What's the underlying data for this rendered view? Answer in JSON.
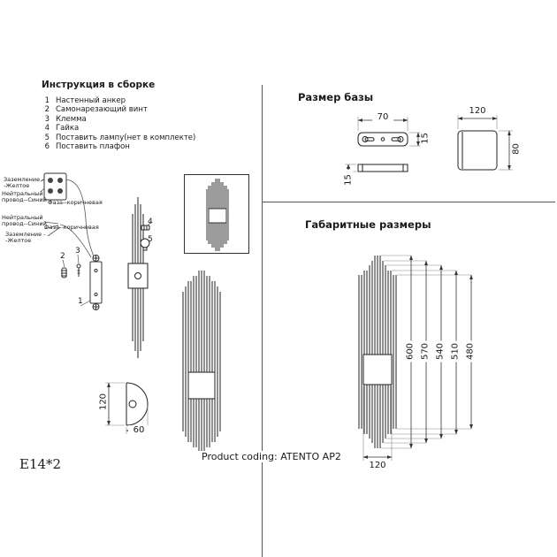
{
  "instructions": {
    "title": "Инструкция в сборке",
    "items": [
      {
        "num": "1",
        "text": "Настенный анкер"
      },
      {
        "num": "2",
        "text": "Самонарезающий винт"
      },
      {
        "num": "3",
        "text": "Клемма"
      },
      {
        "num": "4",
        "text": "Гайка"
      },
      {
        "num": "5",
        "text": "Поставить лампу(нет в комплекте)"
      },
      {
        "num": "6",
        "text": "Поставить плафон"
      }
    ]
  },
  "wiring": {
    "labels": [
      "Заземление --Желтое",
      "Нейтральный провод--Синий",
      "Фаза--коричневая",
      "Нейтральный провод--Синий",
      "Фаза--коричневая",
      "Заземление --Желтое"
    ]
  },
  "callouts": [
    "1",
    "2",
    "3",
    "4",
    "5"
  ],
  "base_section": {
    "title": "Размер базы",
    "bar_length": "70",
    "bar_width": "15",
    "bar_thickness": "15",
    "plate_width": "120",
    "plate_height": "80"
  },
  "overall_section": {
    "title": "Габаритные размеры",
    "heights": [
      "600",
      "570",
      "540",
      "510",
      "480"
    ],
    "width": "120"
  },
  "bracket": {
    "height": "120",
    "width": "60"
  },
  "footer": {
    "product_coding": "Product coding: ATENTO AP2",
    "socket_type": "E14*2"
  }
}
